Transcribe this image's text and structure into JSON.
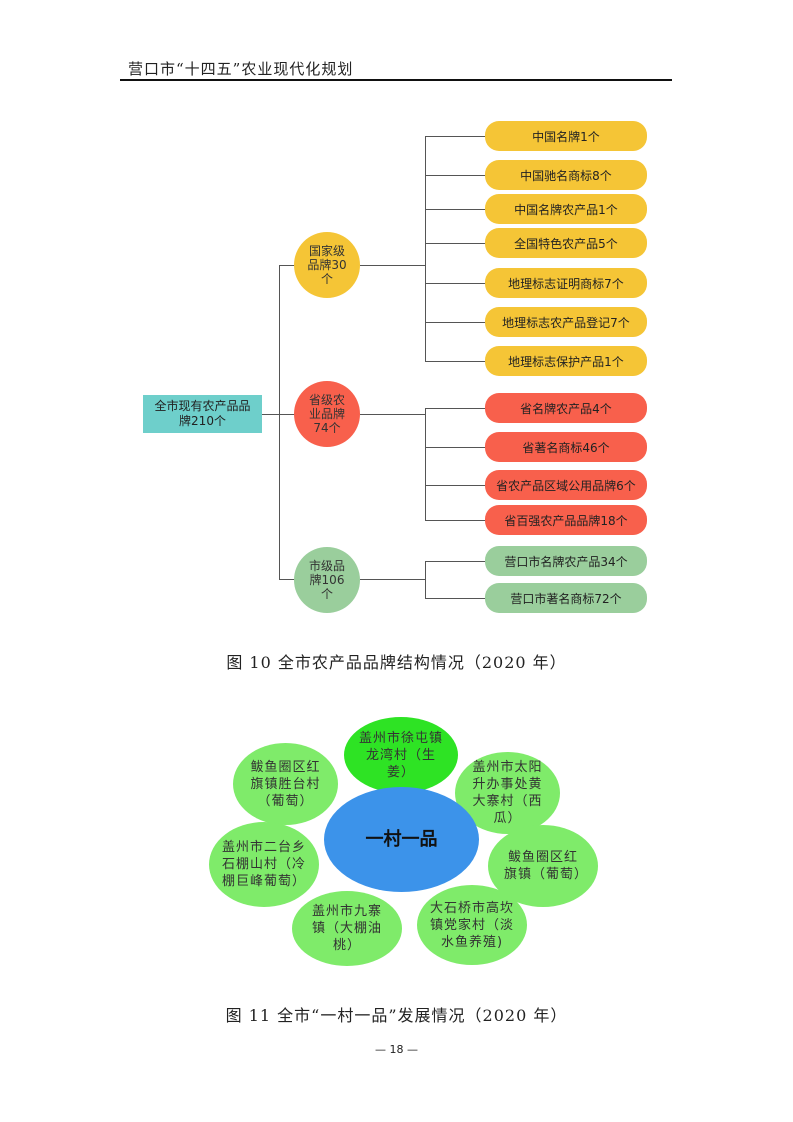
{
  "header": {
    "title": "营口市“十四五”农业现代化规划"
  },
  "figure10": {
    "caption": "图 10  全市农产品品牌结构情况（2020 年）",
    "root": "全市现有农产品品牌210个",
    "groups": [
      {
        "label": "国家级品牌30个",
        "color": "#F5C536",
        "items": [
          "中国名牌1个",
          "中国驰名商标8个",
          "中国名牌农产品1个",
          "全国特色农产品5个",
          "地理标志证明商标7个",
          "地理标志农产品登记7个",
          "地理标志保护产品1个"
        ]
      },
      {
        "label": "省级农业品牌74个",
        "color": "#F8604C",
        "items": [
          "省名牌农产品4个",
          "省著名商标46个",
          "省农产品区域公用品牌6个",
          "省百强农产品品牌18个"
        ]
      },
      {
        "label": "市级品牌106个",
        "color": "#9ACE9C",
        "items": [
          "营口市名牌农产品34个",
          "营口市著名商标72个"
        ]
      }
    ]
  },
  "figure11": {
    "caption": "图 11    全市“一村一品”发展情况（2020 年）",
    "center": "一村一品",
    "center_color": "#3C93EA",
    "petal_color": "#7FEB6A",
    "top_petal_color": "#2EE324",
    "petals": [
      "盖州市徐屯镇龙湾村（生姜）",
      "盖州市太阳升办事处黄大寨村（西瓜）",
      "鲅鱼圈区红旗镇（葡萄）",
      "大石桥市高坎镇党家村（淡水鱼养殖)",
      "盖州市九寨镇（大棚油桃）",
      "盖州市二台乡石棚山村（冷棚巨峰葡萄）",
      "鲅鱼圈区红旗镇胜台村（葡萄）"
    ]
  },
  "page_number": "— 18 —"
}
